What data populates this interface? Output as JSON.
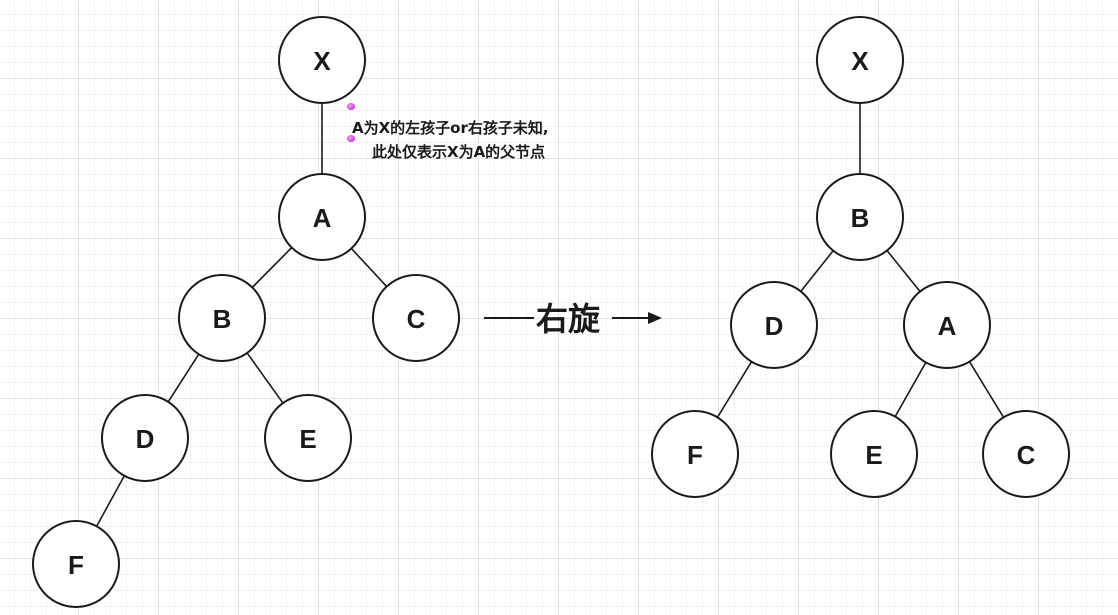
{
  "annotation": {
    "line1": "A为X的左孩子or右孩子未知,",
    "line2": "此处仅表示X为A的父节点"
  },
  "rotation_label": "右旋",
  "trees": {
    "before": {
      "nodes": [
        "X",
        "A",
        "B",
        "C",
        "D",
        "E",
        "F"
      ],
      "edges": [
        [
          "X",
          "A"
        ],
        [
          "A",
          "B"
        ],
        [
          "A",
          "C"
        ],
        [
          "B",
          "D"
        ],
        [
          "B",
          "E"
        ],
        [
          "D",
          "F"
        ]
      ]
    },
    "after": {
      "nodes": [
        "X",
        "B",
        "D",
        "A",
        "F",
        "E",
        "C"
      ],
      "edges": [
        [
          "X",
          "B"
        ],
        [
          "B",
          "D"
        ],
        [
          "B",
          "A"
        ],
        [
          "D",
          "F"
        ],
        [
          "A",
          "E"
        ],
        [
          "A",
          "C"
        ]
      ]
    }
  }
}
